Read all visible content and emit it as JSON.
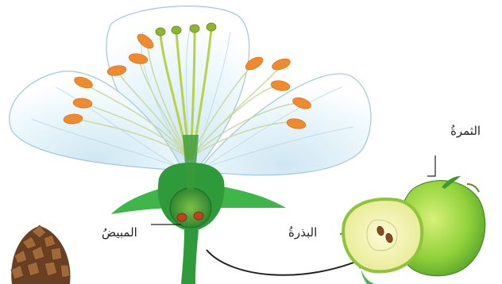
{
  "labels": {
    "ovary": "المبيضُ",
    "seed": "البذرةُ",
    "fruit": "الثمرةُ"
  },
  "colors": {
    "petal_fill": "#e4f3fa",
    "petal_edge": "#9fc7dc",
    "petal_vein": "#b8d6e6",
    "anther": "#f08a2c",
    "filament": "#c7d99b",
    "style": "#b7d24a",
    "stigma": "#8fb52e",
    "receptacle": "#2f9a3a",
    "sepal": "#3fb54a",
    "seed": "#c4411e",
    "apple_flesh": "#f3f2b8",
    "apple_skin": "#8fd13a",
    "arrow": "#222222",
    "pinecone": "#8a5a34"
  },
  "icons": [
    "flower-diagram",
    "pinecone-icon",
    "apple-icon",
    "arrow-icon"
  ]
}
